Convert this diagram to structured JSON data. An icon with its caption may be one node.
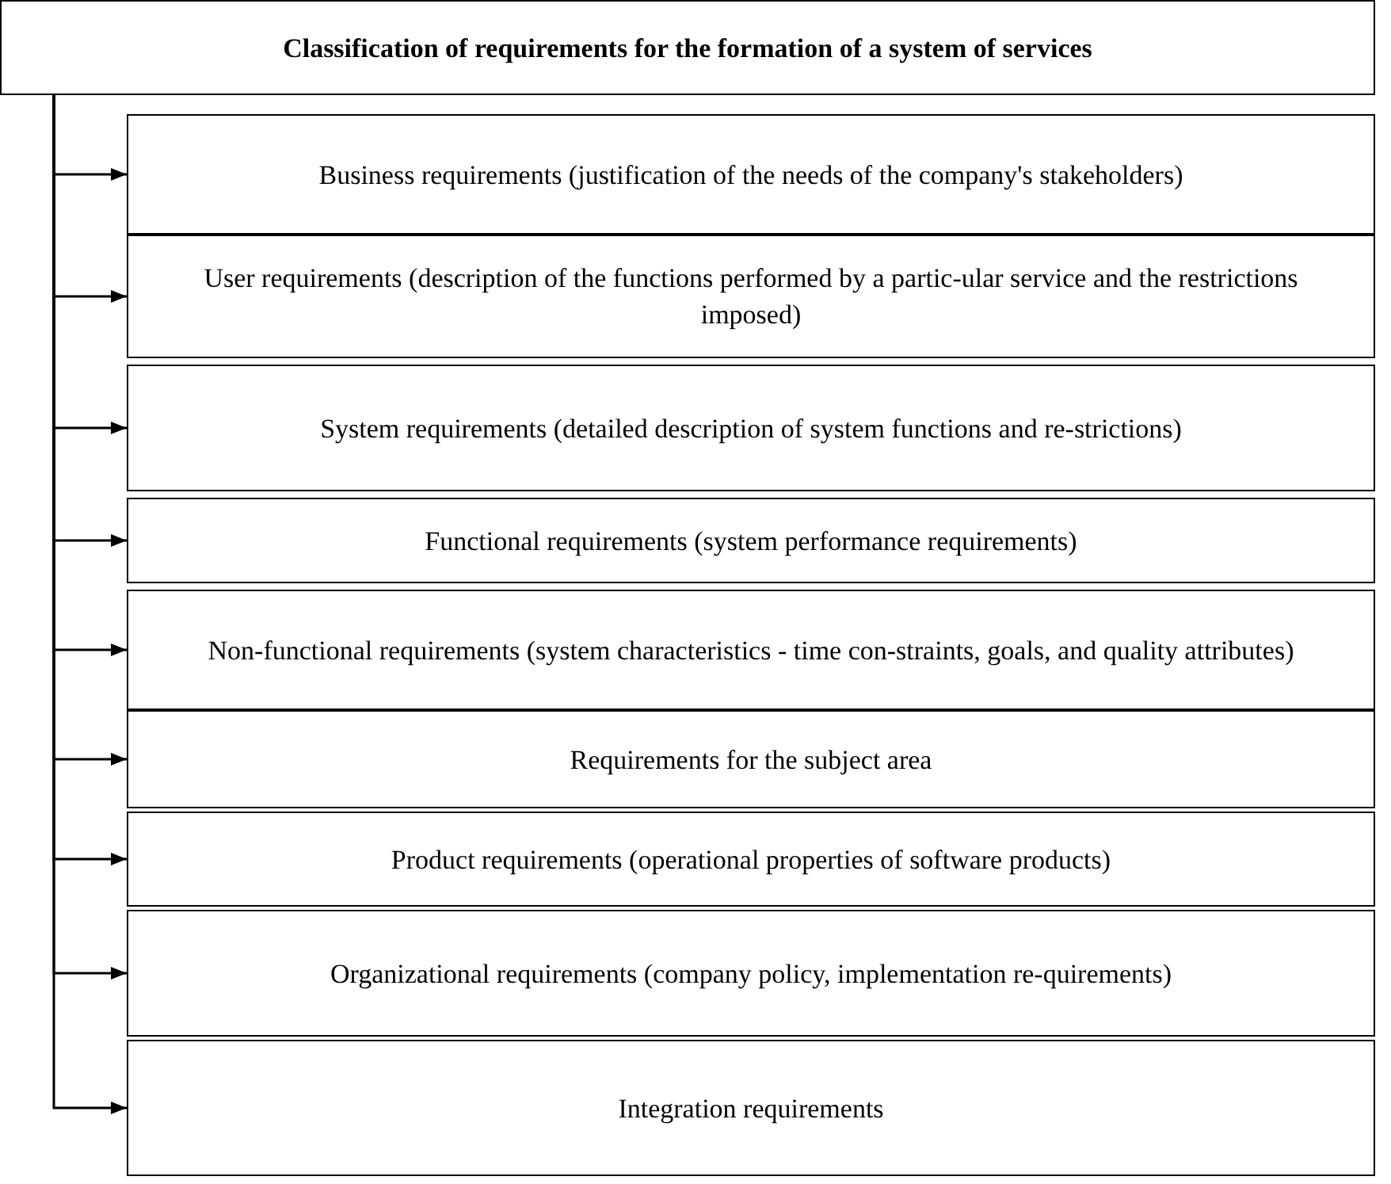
{
  "diagram": {
    "nodes": [
      {
        "text": [
          "Classification of requirements for the formation of a system of services"
        ]
      },
      {
        "text": [
          "Business requirements (justification of the needs of the company's stakeholders)"
        ]
      },
      {
        "text": [
          "User requirements (description of the functions performed by a partic-ular service and the restrictions imposed)"
        ]
      },
      {
        "text": [
          "System requirements (detailed description of system functions and re-strictions)"
        ]
      },
      {
        "text": [
          "Functional requirements (system performance requirements)"
        ]
      },
      {
        "text": [
          "Non-functional requirements (system characteristics - time con-straints, goals, and quality attributes)"
        ]
      },
      {
        "text": [
          "Requirements for the subject area"
        ]
      },
      {
        "text": [
          "Product requirements (operational properties of software products)"
        ]
      },
      {
        "text": [
          "Organizational requirements (company policy, implementation re-quirements)"
        ]
      },
      {
        "text": [
          "Integration requirements"
        ]
      }
    ],
    "edges": [
      {
        "from": 0,
        "to": 1,
        "arrow": "to"
      },
      {
        "from": 0,
        "to": 2,
        "arrow": "to"
      },
      {
        "from": 0,
        "to": 3,
        "arrow": "to"
      },
      {
        "from": 0,
        "to": 4,
        "arrow": "to"
      },
      {
        "from": 0,
        "to": 5,
        "arrow": "to"
      },
      {
        "from": 0,
        "to": 6,
        "arrow": "to"
      },
      {
        "from": 0,
        "to": 7,
        "arrow": "to"
      },
      {
        "from": 0,
        "to": 8,
        "arrow": "to"
      },
      {
        "from": 0,
        "to": 9,
        "arrow": "to"
      }
    ]
  }
}
